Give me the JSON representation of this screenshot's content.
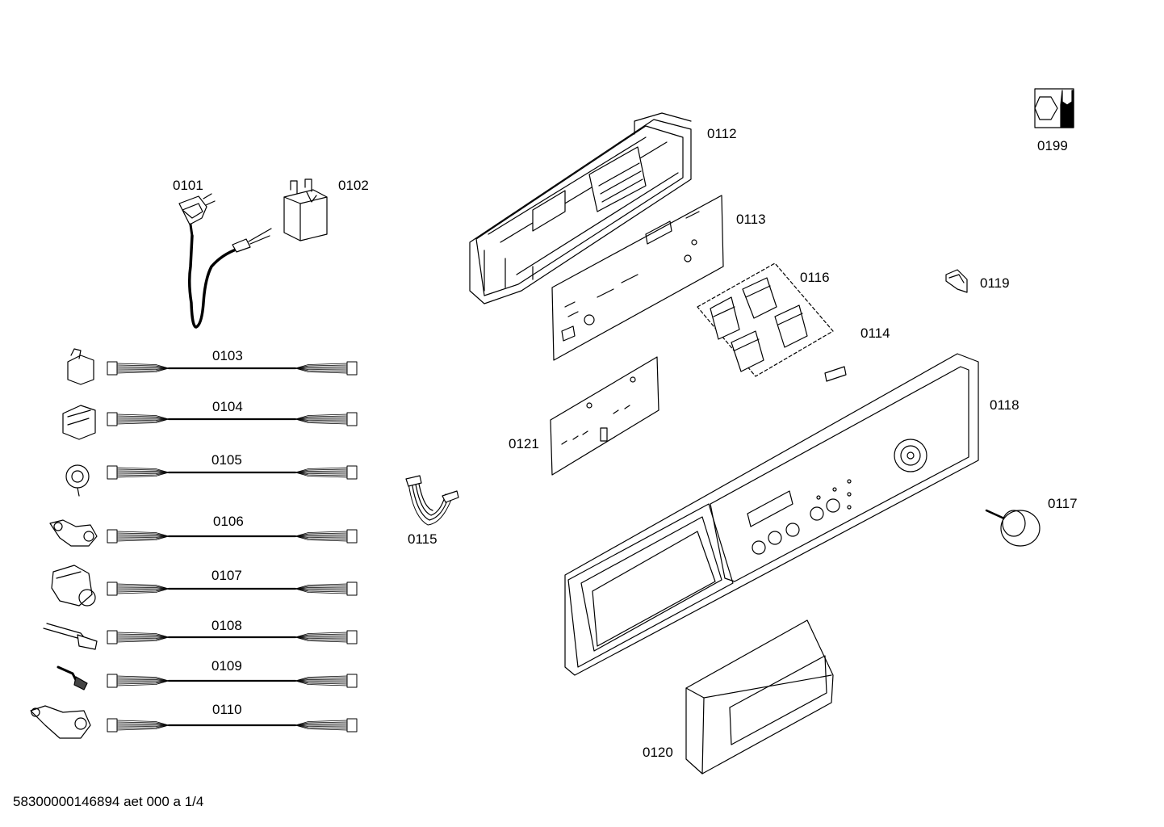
{
  "labels": {
    "p0101": "0101",
    "p0102": "0102",
    "p0103": "0103",
    "p0104": "0104",
    "p0105": "0105",
    "p0106": "0106",
    "p0107": "0107",
    "p0108": "0108",
    "p0109": "0109",
    "p0110": "0110",
    "p0112": "0112",
    "p0113": "0113",
    "p0114": "0114",
    "p0115": "0115",
    "p0116": "0116",
    "p0117": "0117",
    "p0118": "0118",
    "p0119": "0119",
    "p0120": "0120",
    "p0121": "0121",
    "p0199": "0199"
  },
  "footer": "58300000146894 aet 000 a 1/4",
  "icons": {
    "p0199": "wrench-nut-service-icon"
  }
}
